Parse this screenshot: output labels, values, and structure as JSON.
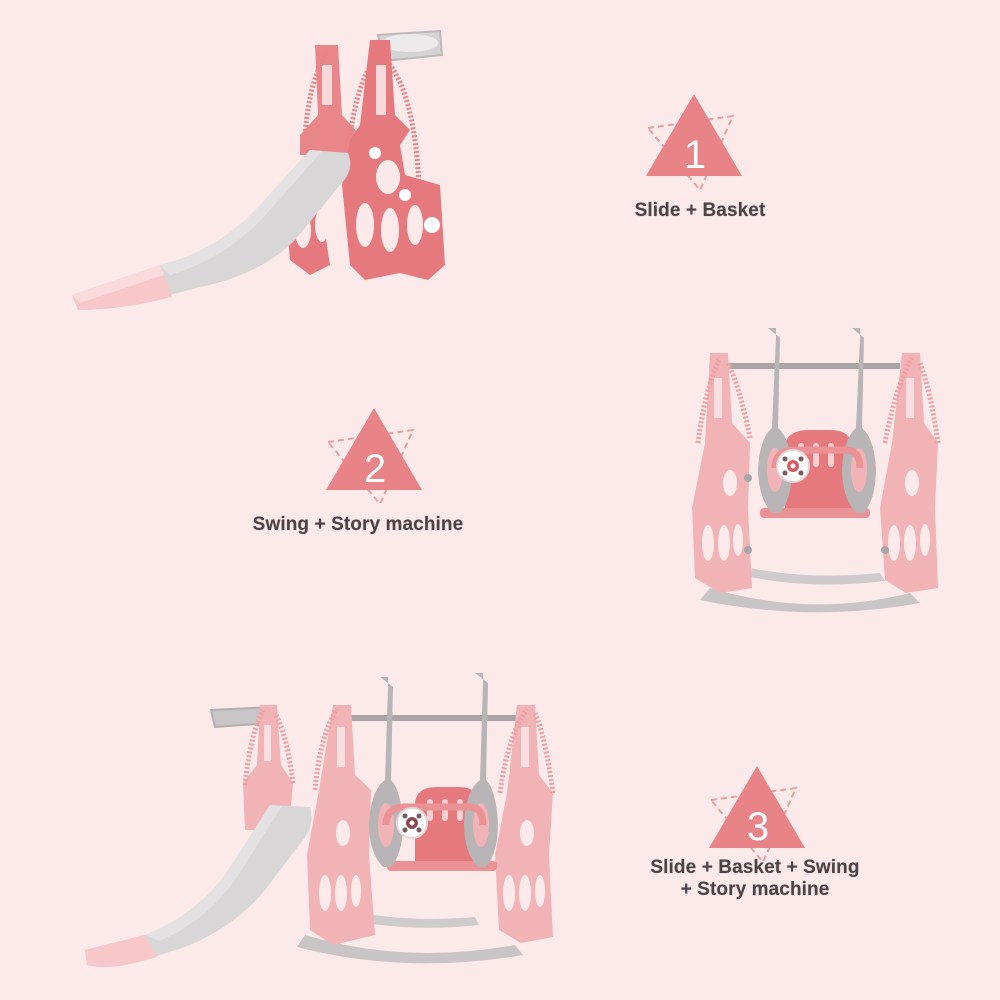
{
  "background_color": "#fceaea",
  "accent_color": "#e88488",
  "text_color": "#4a4347",
  "options": [
    {
      "number": "1",
      "caption_lines": [
        "Slide + Basket"
      ],
      "product_image": "pink-slide-with-basketball-hoop"
    },
    {
      "number": "2",
      "caption_lines": [
        "Swing + Story machine"
      ],
      "product_image": "pink-swing-set-with-story-machine"
    },
    {
      "number": "3",
      "caption_lines": [
        "Slide + Basket + Swing",
        "+ Story machine"
      ],
      "product_image": "pink-slide-swing-combo-with-basket-and-story-machine"
    }
  ]
}
